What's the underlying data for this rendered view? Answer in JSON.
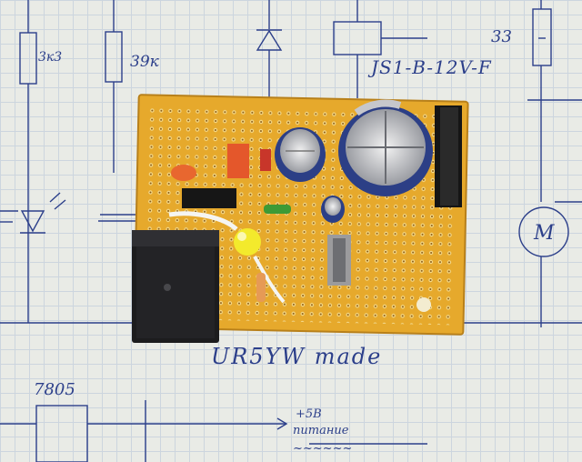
{
  "photo": {
    "labels": {
      "r1": "3к3",
      "r2": "39к",
      "relay": "JS1-B-12V-F",
      "r3": "33",
      "maker": "UR5YW made",
      "regulator": "7805",
      "plus5": "+5В",
      "supply": "питание",
      "scribble": "~~~~~~"
    },
    "colors": {
      "paper": "#e9ebe6",
      "grid": "#c9d3de",
      "ink": "#2c3f8a",
      "pcb": "#e6a92c",
      "relay": "#1c1c1e",
      "capacitor": "#2c3f86"
    }
  }
}
